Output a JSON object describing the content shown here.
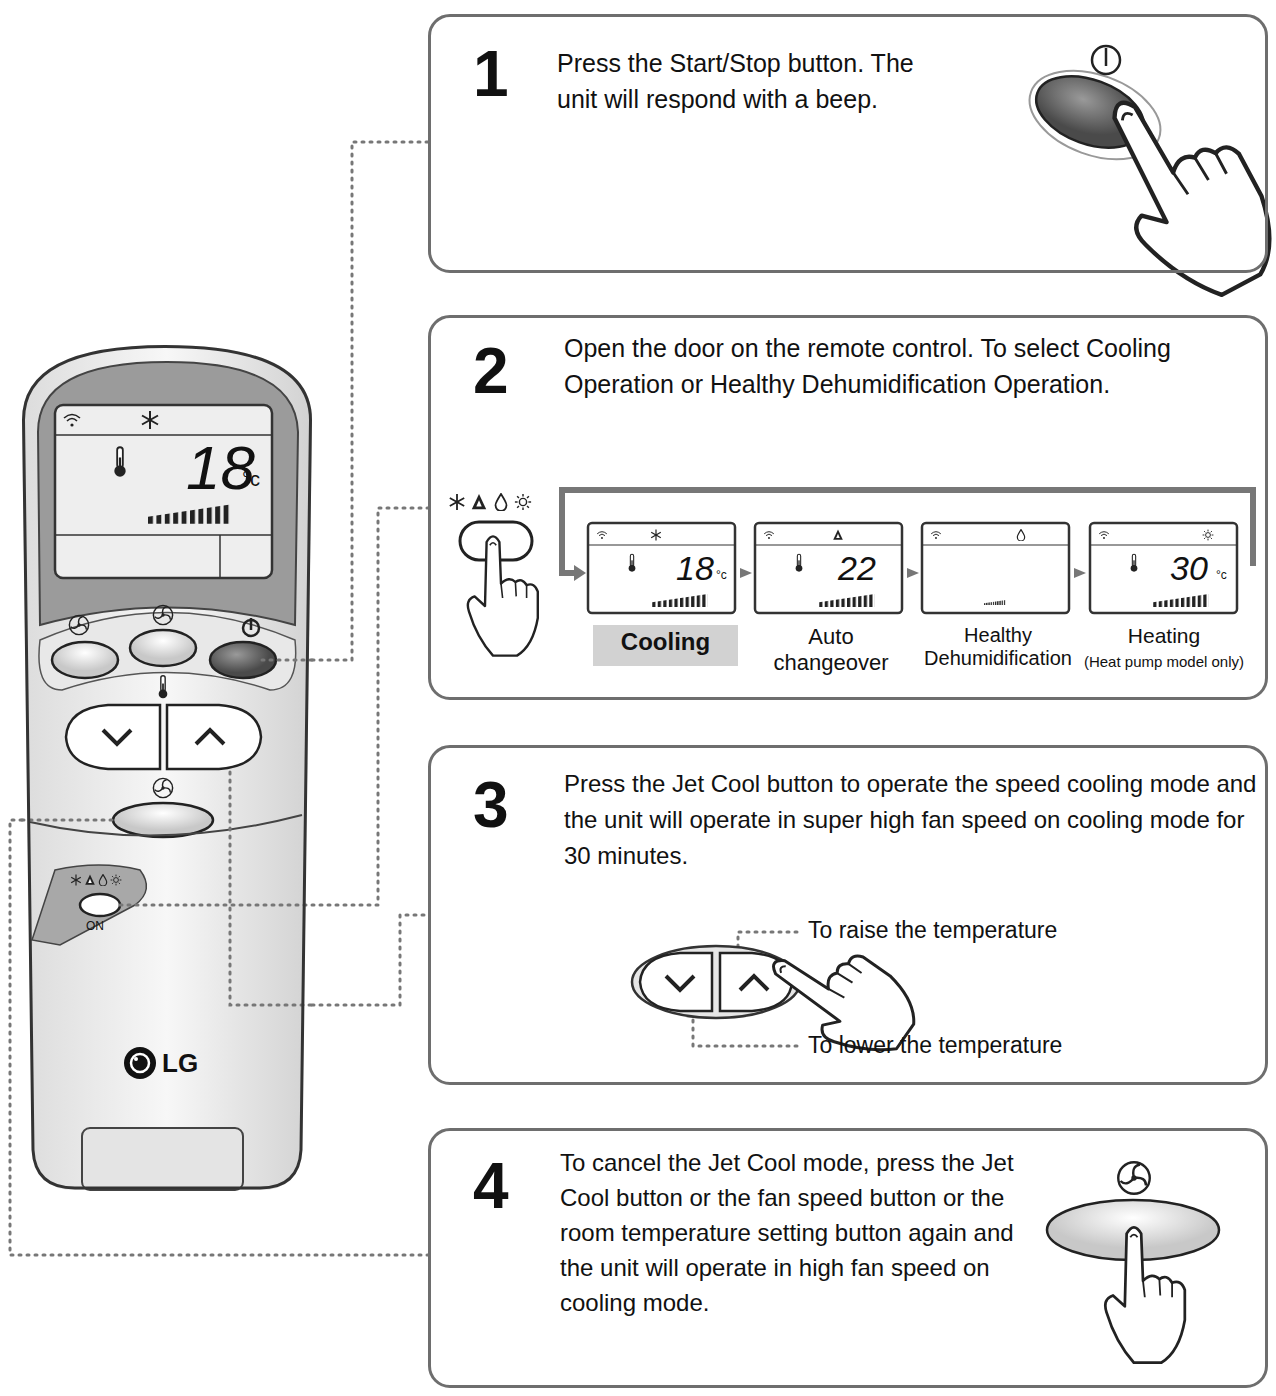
{
  "diagram": {
    "nodes": [
      {
        "text": [
          "LG"
        ]
      },
      {
        "text": [
          "1",
          "Press the Start/Stop button. The unit will respond with a beep."
        ]
      },
      {
        "text": [
          "2",
          "Open the door on the remote control. To select Cooling Operation or Healthy Dehumidification Operation."
        ]
      },
      {
        "text": [
          "Cooling"
        ],
        "in": 2
      },
      {
        "text": [
          "3",
          "Press the Jet Cool button to operate the speed cooling mode and the unit will operate in super high fan speed on cooling mode for 30 minutes."
        ]
      },
      {
        "text": [
          "4",
          "To cancel the Jet Cool mode, press the Jet Cool button or the fan speed button or the room temperature setting button again and the unit will operate in high fan speed on cooling mode."
        ]
      }
    ],
    "edges": [
      {
        "from": 0,
        "to": 1,
        "arrow": "none"
      },
      {
        "from": 0,
        "to": 2,
        "arrow": "none"
      },
      {
        "from": 0,
        "to": 4,
        "arrow": "none"
      },
      {
        "from": 0,
        "to": 5,
        "arrow": "none"
      }
    ],
    "labels": [
      "18",
      "°c",
      "ON",
      "18",
      "°c",
      "22",
      "30",
      "°c",
      "Auto changeover",
      "Healthy Dehumidification",
      "Heating",
      "(Heat pump model only)",
      "To raise the temperature",
      "To lower the temperature"
    ]
  }
}
